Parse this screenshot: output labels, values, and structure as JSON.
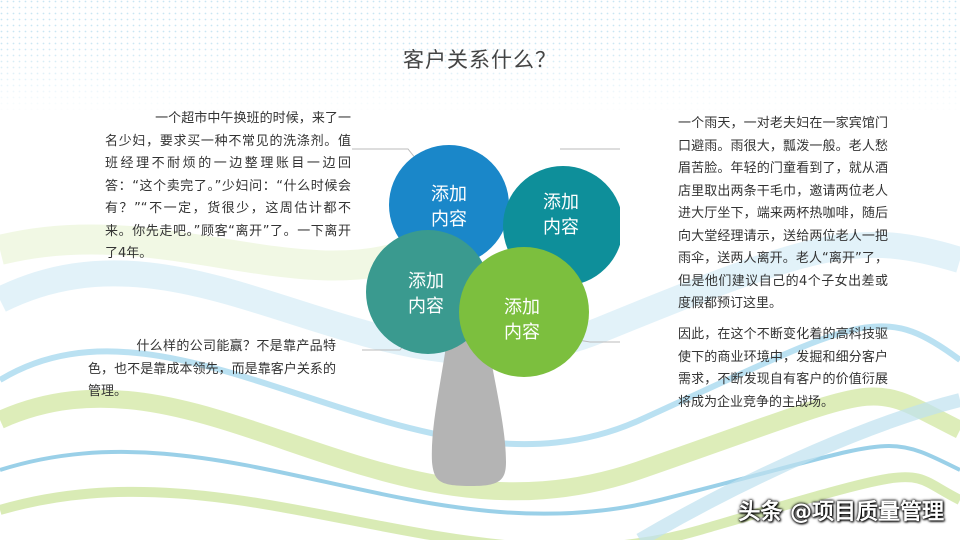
{
  "title": "客户关系什么？",
  "left_top_text": "一个超市中午换班的时候，来了一名少妇，要求买一种不常见的洗涤剂。值班经理不耐烦的一边整理账目一边回答：“这个卖完了。”少妇问：“什么时候会有？”“不一定，货很少，这周估计都不来。你先走吧。”顾客“离开”了。一下离开了4年。",
  "left_bottom_text": "什么样的公司能赢？不是靠产品特色，也不是靠成本领先，而是靠客户关系的管理。",
  "right_top_text": "一个雨天，一对老夫妇在一家宾馆门口避雨。雨很大，瓢泼一般。老人愁眉苦脸。年轻的门童看到了，就从酒店里取出两条干毛巾，邀请两位老人进大厅坐下，端来两杯热咖啡，随后向大堂经理请示，送给两位老人一把雨伞，送两人离开。老人“离开”了，但是他们建议自己的4个子女出差或度假都预订这里。",
  "right_bottom_text": "因此，在这个不断变化着的高科技驱使下的商业环境中，发掘和细分客户需求，不断发现自有客户的价值衍展将成为企业竞争的主战场。",
  "circles": [
    {
      "line1": "添加",
      "line2": "内容",
      "color": "#1a87c9"
    },
    {
      "line1": "添加",
      "line2": "内容",
      "color": "#0e8f9a"
    },
    {
      "line1": "添加",
      "line2": "内容",
      "color": "#3a9a8f"
    },
    {
      "line1": "添加",
      "line2": "内容",
      "color": "#7cbf3e"
    }
  ],
  "watermark": "头条 @项目质量管理",
  "colors": {
    "trunk": "#b4b4b4",
    "connector": "#bbbbbb",
    "wave_blue": "#9fd3ec",
    "wave_green": "#cfe6a3"
  }
}
